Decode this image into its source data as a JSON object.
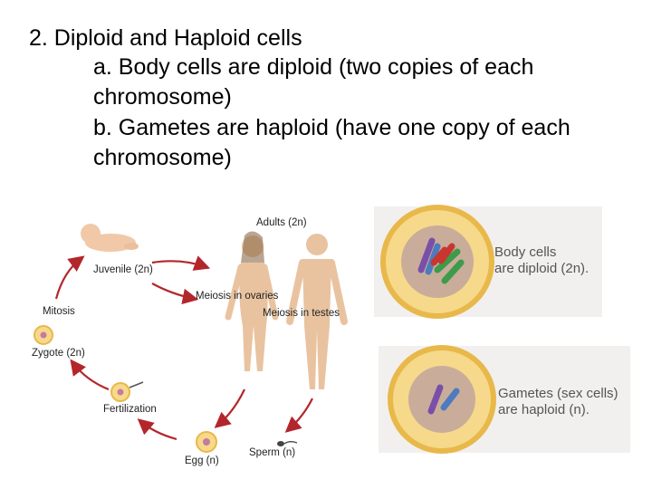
{
  "heading": "2. Diploid and Haploid cells",
  "points": {
    "a": "a. Body cells are diploid (two copies of each chromosome)",
    "b": "b. Gametes are haploid (have one copy of each chromosome)"
  },
  "life_cycle": {
    "adults": "Adults (2n)",
    "juvenile": "Juvenile (2n)",
    "meiosis_ovaries": "Meiosis in ovaries",
    "meiosis_testes": "Meiosis in testes",
    "mitosis": "Mitosis",
    "zygote": "Zygote (2n)",
    "fertilization": "Fertilization",
    "egg": "Egg (n)",
    "sperm": "Sperm (n)"
  },
  "panels": {
    "diploid": {
      "line1": "Body cells",
      "line2": "are diploid (2n)."
    },
    "haploid": {
      "line1": "Gametes (sex cells)",
      "line2": "are haploid (n)."
    }
  },
  "colors": {
    "arrow": "#b3262b",
    "cell_fill": "#f6d98a",
    "cell_rim": "#e8b84a",
    "nucleus": "#c9ad9a",
    "chromosome_purple": "#7a4fa8",
    "chromosome_green": "#3d9b4a",
    "chromosome_red": "#c8362f",
    "chromosome_blue": "#4d7bbf"
  }
}
